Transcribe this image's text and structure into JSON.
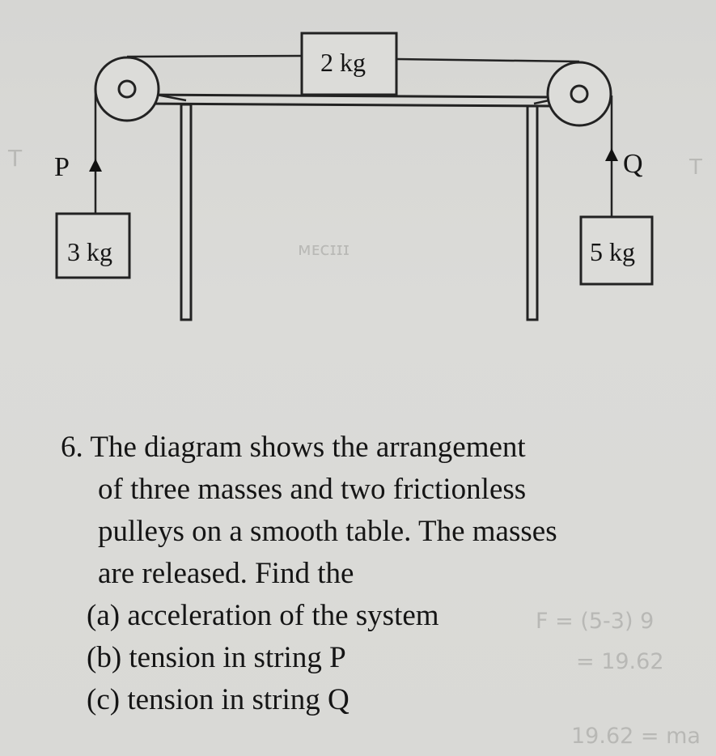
{
  "diagram": {
    "mass_top": "2 kg",
    "mass_left": "3 kg",
    "mass_right": "5 kg",
    "string_left": "P",
    "string_right": "Q"
  },
  "question": {
    "number": "6.",
    "stem_lines": [
      "The diagram shows the arrangement",
      "of three masses and two frictionless",
      "pulleys on a smooth table. The masses",
      "are released. Find the"
    ],
    "parts": [
      "(a) acceleration of the system",
      "(b) tension in string P",
      "(c) tension in string Q"
    ]
  },
  "handwritten": {
    "line1": "F = (5-3) 9",
    "line2": "= 19.62",
    "line3": "19.62 = ma"
  }
}
